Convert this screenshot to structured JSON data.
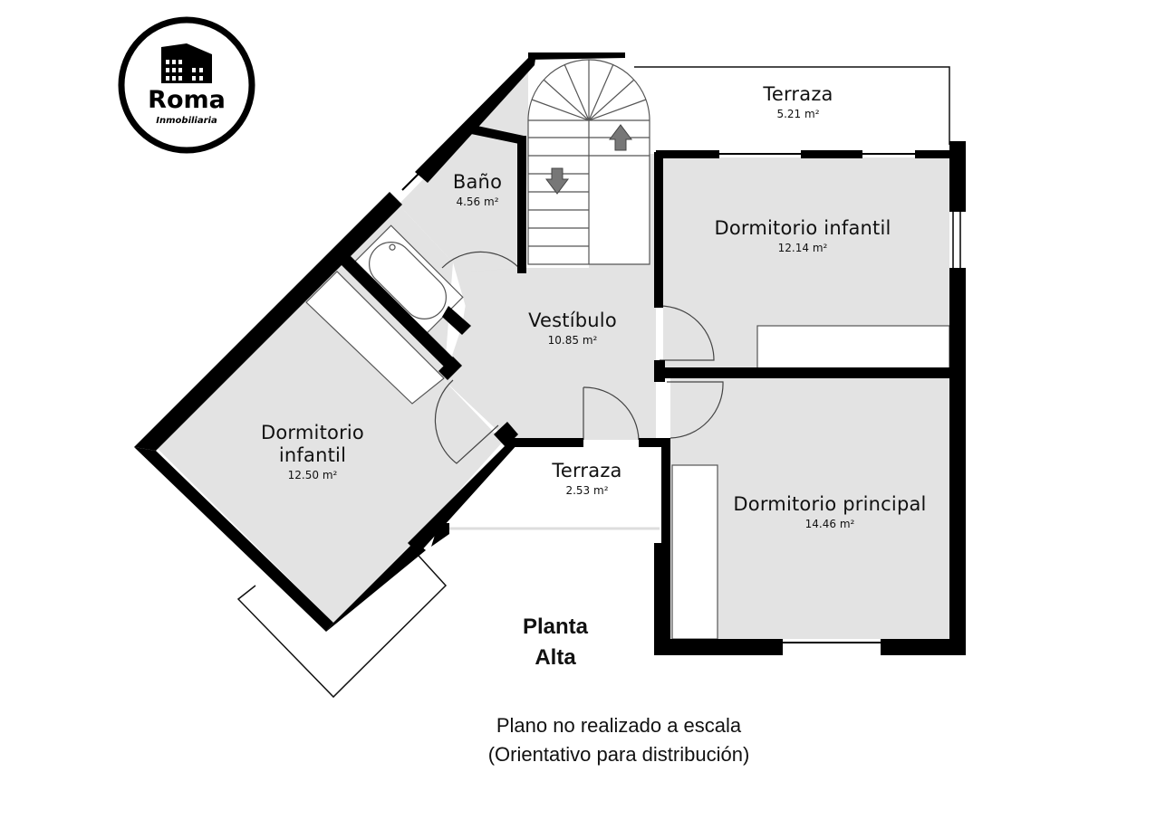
{
  "logo": {
    "name": "Roma",
    "subtitle": "Inmobiliaria",
    "icon": "colosseum-icon"
  },
  "rooms": {
    "terraza_top": {
      "name": "Terraza",
      "area": "5.21 m²"
    },
    "bano": {
      "name": "Baño",
      "area": "4.56 m²"
    },
    "dormitorio_infantil_ne": {
      "name": "Dormitorio infantil",
      "area": "12.14 m²"
    },
    "vestibulo": {
      "name": "Vestíbulo",
      "area": "10.85 m²"
    },
    "dormitorio_infantil_w": {
      "name_line1": "Dormitorio",
      "name_line2": "infantil",
      "area": "12.50 m²"
    },
    "terraza_mid": {
      "name": "Terraza",
      "area": "2.53 m²"
    },
    "dormitorio_principal": {
      "name": "Dormitorio principal",
      "area": "14.46 m²"
    }
  },
  "title": {
    "line1": "Planta",
    "line2": "Alta"
  },
  "note": {
    "line1": "Plano no realizado a escala",
    "line2": "(Orientativo para distribución)"
  },
  "stairs": {
    "down_arrow": "arrow-down-icon",
    "up_arrow": "arrow-up-icon"
  },
  "colors": {
    "wall": "#000000",
    "floor": "#e3e3e3",
    "outside": "#ffffff",
    "arrow": "#777777"
  }
}
